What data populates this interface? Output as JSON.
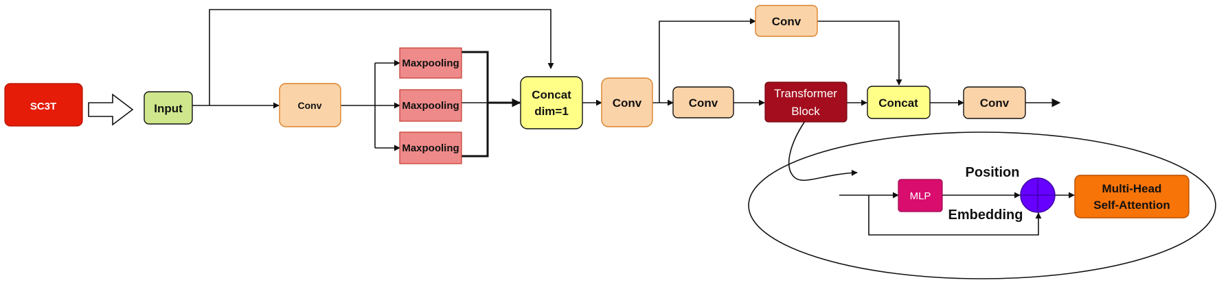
{
  "diagram": {
    "nodes": {
      "sc3t": {
        "label": "SC3T",
        "color": "#e41c08"
      },
      "input": {
        "label": "Input",
        "color": "#cfe68c"
      },
      "conv1": {
        "label": "Conv",
        "color": "#fbd3a8"
      },
      "maxpool1": {
        "label": "Maxpooling",
        "color": "#ef8a8a"
      },
      "maxpool2": {
        "label": "Maxpooling",
        "color": "#ef8a8a"
      },
      "maxpool3": {
        "label": "Maxpooling",
        "color": "#ef8a8a"
      },
      "concat1": {
        "line1": "Concat",
        "line2": "dim=1",
        "color": "#ffff88"
      },
      "conv2": {
        "label": "Conv",
        "color": "#fbd3a8"
      },
      "conv_top": {
        "label": "Conv",
        "color": "#fbd3a8"
      },
      "conv3": {
        "label": "Conv",
        "color": "#fbd3a8"
      },
      "transformer": {
        "line1": "Transformer",
        "line2": "Block",
        "color": "#a40d1d"
      },
      "concat2": {
        "label": "Concat",
        "color": "#ffff88"
      },
      "conv4": {
        "label": "Conv",
        "color": "#fbd3a8"
      },
      "mlp": {
        "label": "MLP",
        "color": "#d80d6e"
      },
      "add": {
        "color": "#6600ff"
      },
      "mhsa": {
        "line1": "Multi-Head",
        "line2": "Self-Attention",
        "color": "#f77408"
      }
    },
    "labels": {
      "position": "Position",
      "embedding": "Embedding"
    }
  }
}
